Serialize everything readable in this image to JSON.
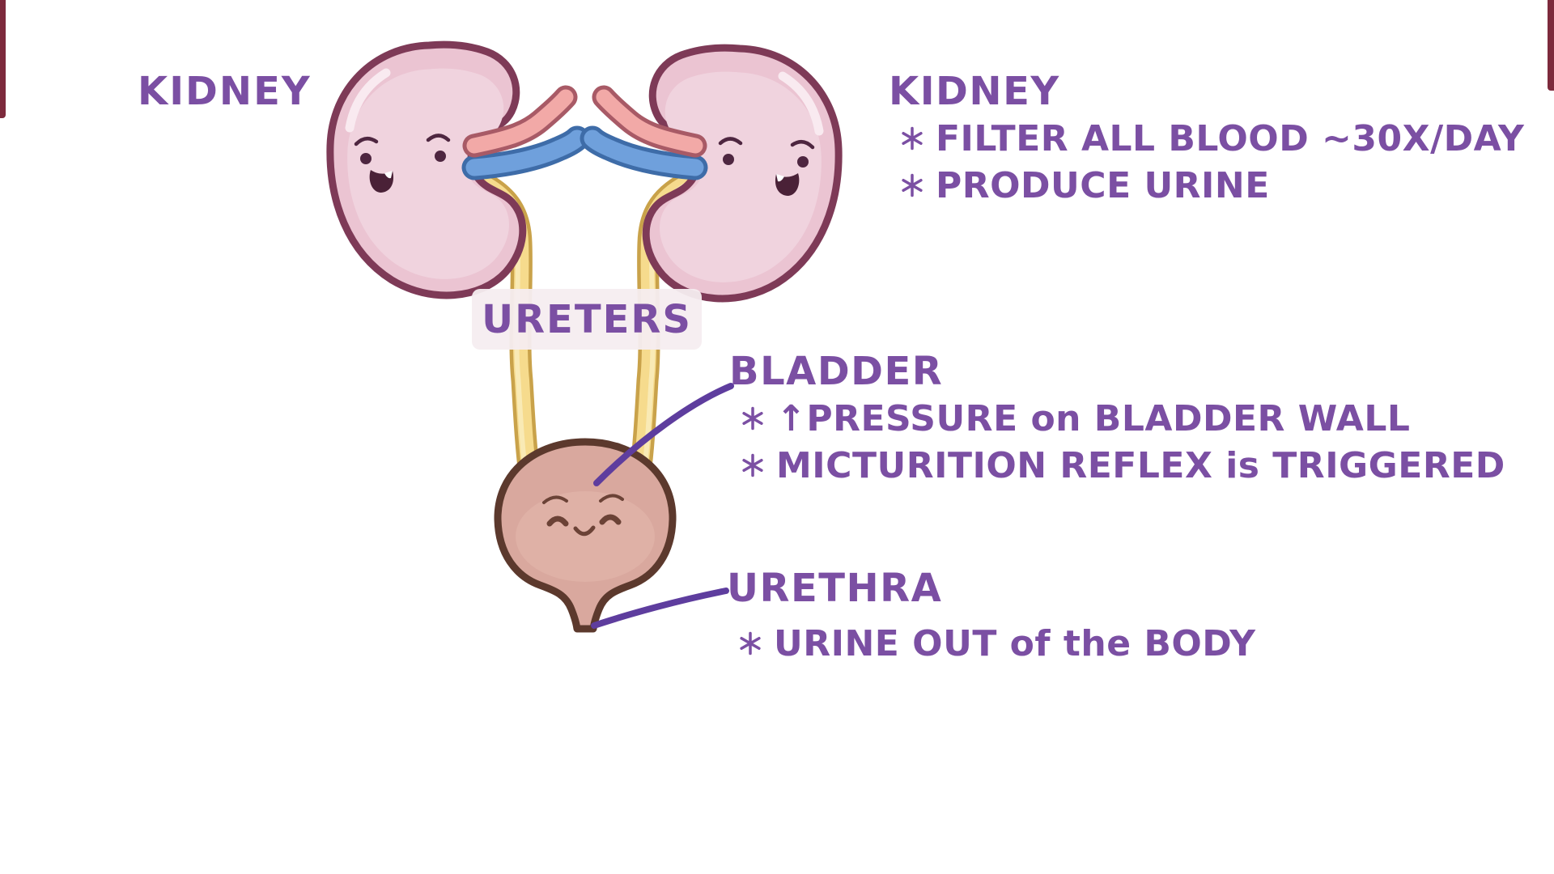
{
  "left_kidney": {
    "label": "KIDNEY"
  },
  "ureters": {
    "label": "URETERS"
  },
  "kidney_info": {
    "title": "KIDNEY",
    "bullets": [
      "FILTER ALL BLOOD ~30X/DAY",
      "PRODUCE URINE"
    ]
  },
  "bladder_info": {
    "title": "BLADDER",
    "bullets": [
      "↑PRESSURE on BLADDER WALL",
      "MICTURITION REFLEX is TRIGGERED"
    ]
  },
  "urethra_info": {
    "title": "URETHRA",
    "bullets": [
      "URINE OUT of the BODY"
    ]
  },
  "palette": {
    "text_purple": "#7B4FA3",
    "leader_purple": "#5E3D9E",
    "kidney_fill": "#EBC4D2",
    "kidney_outline": "#7E3A57",
    "kidney_highlight": "#F0D3DE",
    "artery_fill": "#F2A9A7",
    "artery_outline": "#A85A66",
    "vein_fill": "#6FA0DC",
    "vein_outline": "#3E6CA8",
    "ureter_fill": "#F6DB8D",
    "ureter_outline": "#C9A24A",
    "bladder_fill": "#D9A89E",
    "bladder_outline": "#5C392D",
    "label_box_bg": "#F6EDF0",
    "edge_sliver": "#7D2A3C"
  }
}
